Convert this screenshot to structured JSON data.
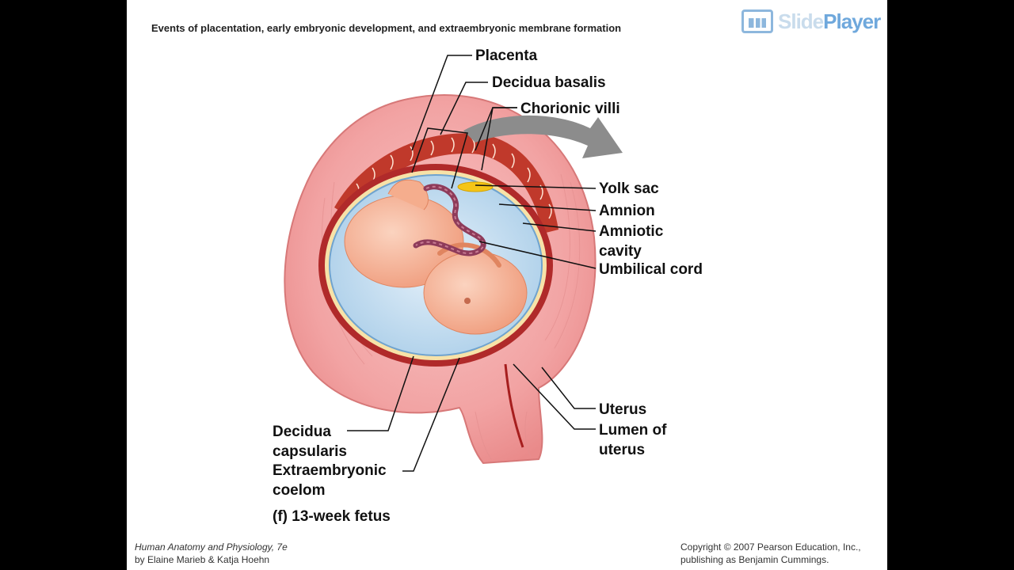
{
  "header": {
    "title": "Events of placentation, early embryonic development, and extraembryonic membrane formation",
    "watermark_a": "Slide",
    "watermark_b": "Player"
  },
  "labels": {
    "placenta": "Placenta",
    "decidua_basalis": "Decidua basalis",
    "chorionic_villi": "Chorionic villi",
    "yolk_sac": "Yolk sac",
    "amnion": "Amnion",
    "amniotic_cavity_1": "Amniotic",
    "amniotic_cavity_2": "cavity",
    "umbilical_cord": "Umbilical cord",
    "uterus": "Uterus",
    "lumen_1": "Lumen of",
    "lumen_2": "uterus",
    "decidua_capsularis_1": "Decidua",
    "decidua_capsularis_2": "capsularis",
    "coelom_1": "Extraembryonic",
    "coelom_2": "coelom",
    "caption": "(f)  13-week fetus"
  },
  "footer": {
    "book": "Human Anatomy and Physiology, 7e",
    "authors": "by Elaine Marieb & Katja Hoehn",
    "copyright": "Copyright © 2007 Pearson Education, Inc.,",
    "publisher": "publishing as Benjamin Cummings."
  },
  "colors": {
    "uterus_wall": "#f2a3a3",
    "placenta": "#c0392b",
    "amniotic_fluid": "#cfe4f3",
    "fetus": "#f7b99a",
    "yolk_sac": "#f5c518",
    "arrow": "#8c8c8c"
  }
}
